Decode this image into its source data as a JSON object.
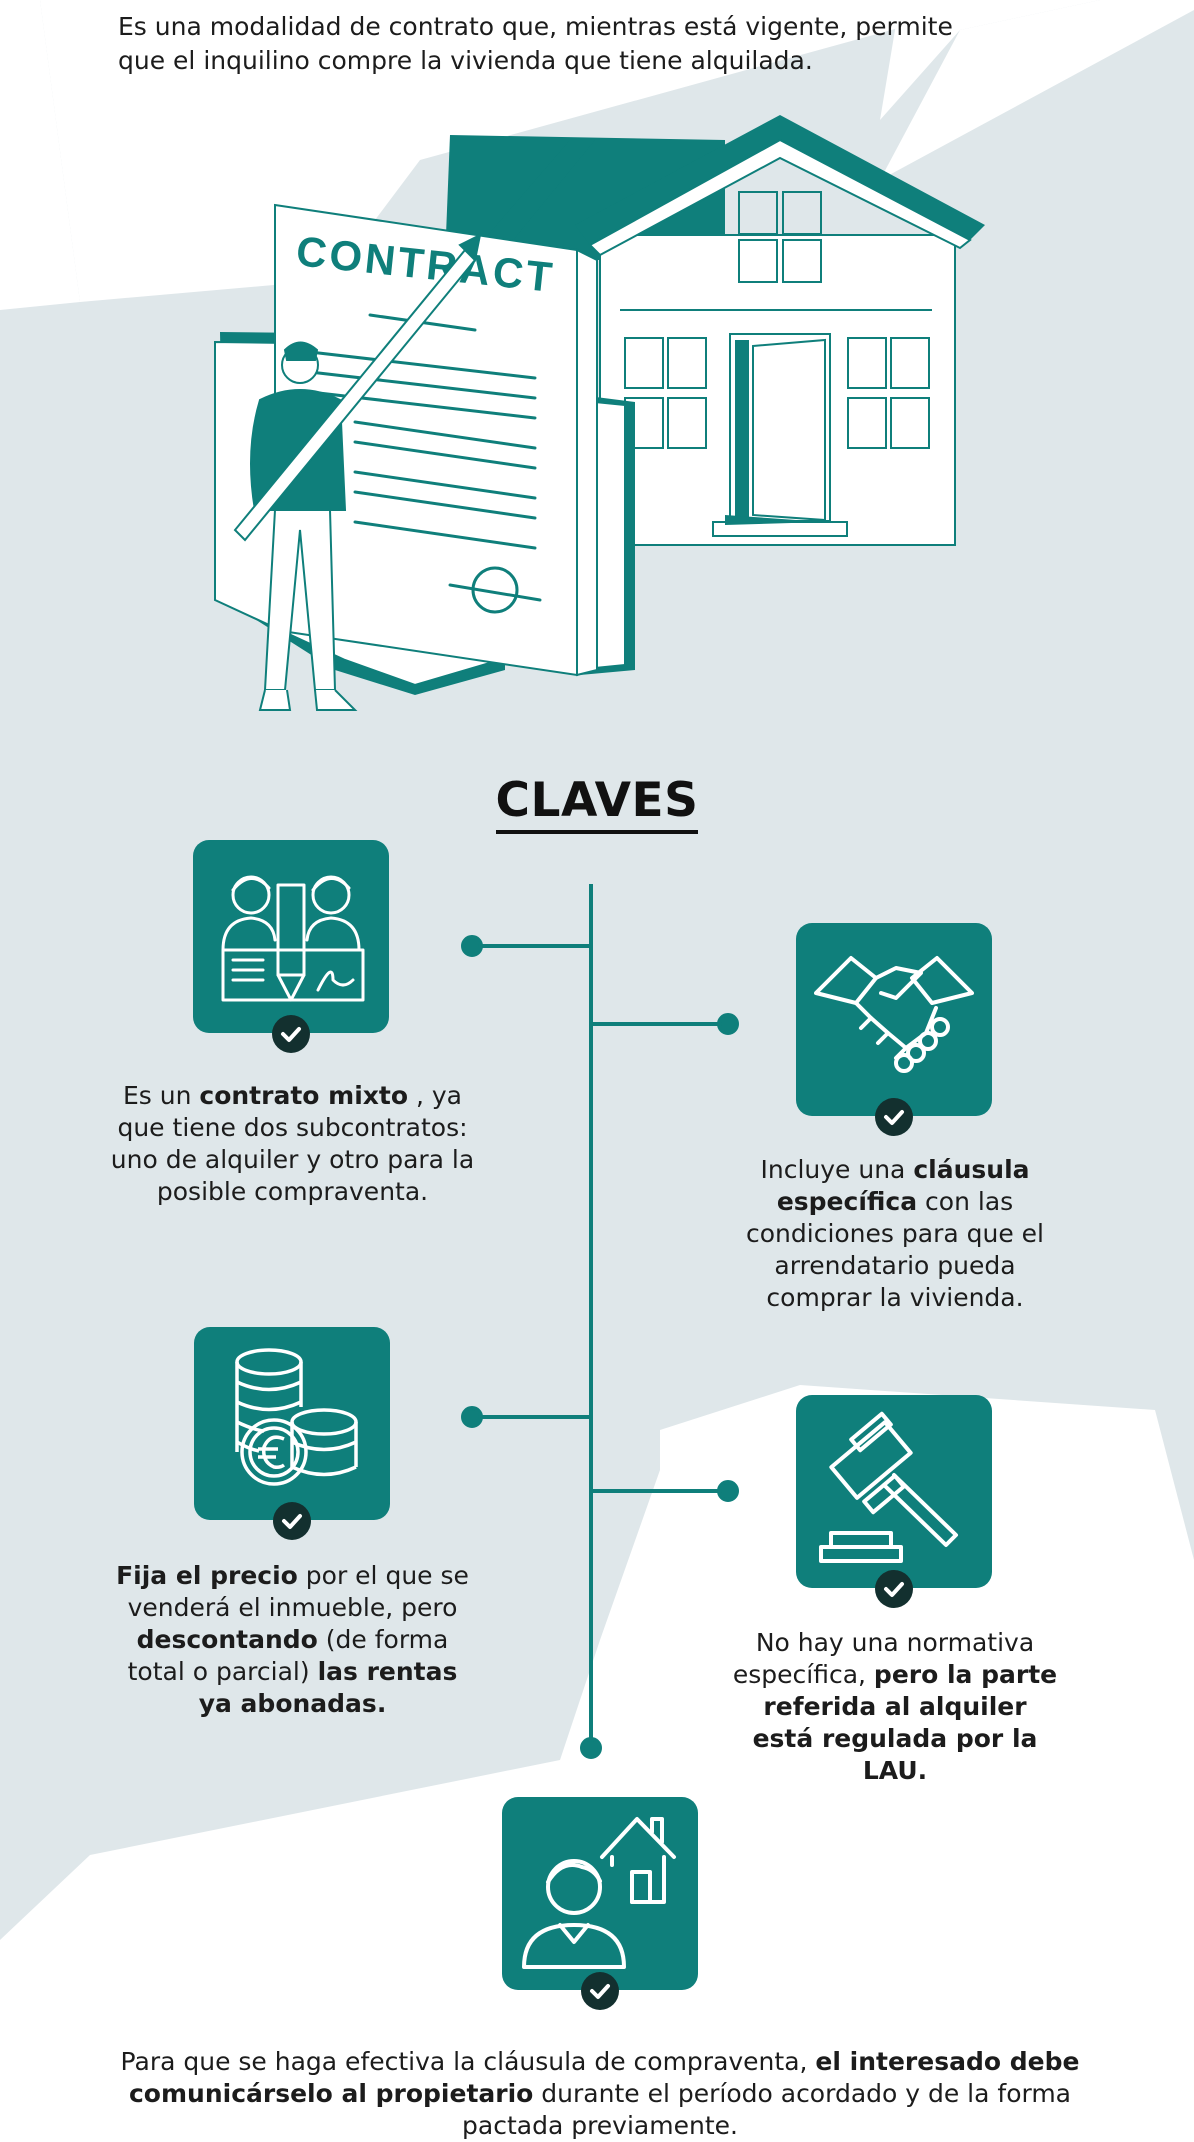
{
  "intro": {
    "line1": "Es una modalidad de contrato que, mientras está vigente, permite",
    "line2": "que el inquilino compre la vivienda que tiene alquilada."
  },
  "illustration": {
    "contract_word": "CONTRACT"
  },
  "section": {
    "title": "CLAVES"
  },
  "items": [
    {
      "icon": "contract-signing-icon",
      "parts": [
        {
          "t": "Es un ",
          "b": false
        },
        {
          "t": "contrato mixto",
          "b": true
        },
        {
          "t": " , ya que tiene dos subcontratos: uno de alquiler y otro para la posible compraventa.",
          "b": false
        }
      ]
    },
    {
      "icon": "handshake-icon",
      "parts": [
        {
          "t": "Incluye una ",
          "b": false
        },
        {
          "t": "cláusula específica",
          "b": true
        },
        {
          "t": " con las condiciones para que el arrendatario pueda comprar la vivienda.",
          "b": false
        }
      ]
    },
    {
      "icon": "euro-coins-icon",
      "parts": [
        {
          "t": "Fija el precio",
          "b": true
        },
        {
          "t": " por el que se venderá el inmueble, pero ",
          "b": false
        },
        {
          "t": "descontando",
          "b": true
        },
        {
          "t": " (de forma total o parcial) ",
          "b": false
        },
        {
          "t": "las rentas ya abonadas.",
          "b": true
        }
      ]
    },
    {
      "icon": "gavel-icon",
      "parts": [
        {
          "t": "No hay una normativa específica, ",
          "b": false
        },
        {
          "t": "pero la parte referida al alquiler está regulada por la LAU.",
          "b": true
        }
      ]
    },
    {
      "icon": "person-house-icon",
      "parts": [
        {
          "t": "Para que se haga efectiva la cláusula de compraventa, ",
          "b": false
        },
        {
          "t": "el interesado debe comunicárselo al propietario",
          "b": true
        },
        {
          "t": " durante el período acordado y de la forma pactada previamente.",
          "b": false
        }
      ]
    }
  ],
  "colors": {
    "teal": "#0f7f7b",
    "dark_check": "#13302f",
    "background_shape": "#dfe7ea",
    "text": "#1c1c1c"
  }
}
